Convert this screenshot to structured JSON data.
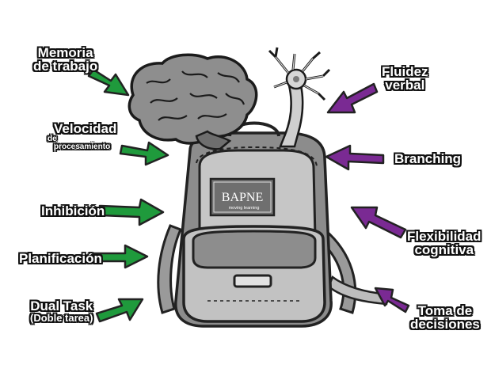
{
  "colors": {
    "green_arrow": "#1f9a3c",
    "purple_arrow": "#7a2a93",
    "outline": "#222222",
    "bag_gray": "#8a8a8a",
    "bag_light": "#c4c4c4"
  },
  "logo": {
    "name": "BAPNE",
    "tagline": "moving learning"
  },
  "left_labels": {
    "memoria": {
      "line1": "Memoria",
      "line2": "de trabajo"
    },
    "velocidad": {
      "line1": "Velocidad",
      "line2": "de",
      "line3": "procesamiento"
    },
    "inhibicion": {
      "line1": "Inhibición"
    },
    "planificacion": {
      "line1": "Planificación"
    },
    "dualtask": {
      "line1": "Dual Task",
      "line2": "(Doble tarea)"
    }
  },
  "right_labels": {
    "fluidez": {
      "line1": "Fluidez",
      "line2": "verbal"
    },
    "branching": {
      "line1": "Branching"
    },
    "flexibilidad": {
      "line1": "Flexibilidad",
      "line2": "cognitiva"
    },
    "toma": {
      "line1": "Toma de",
      "line2": "decisiones"
    }
  }
}
